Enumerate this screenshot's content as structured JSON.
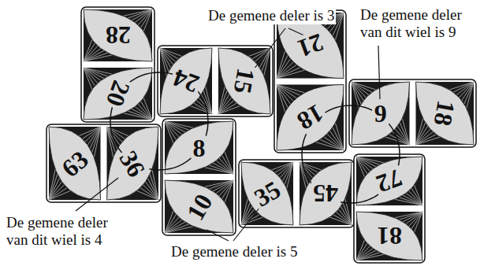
{
  "diagram": {
    "nodes": [
      {
        "text": [
          "28",
          "20"
        ]
      },
      {
        "text": [
          "24",
          "15"
        ]
      },
      {
        "text": [
          "21",
          "18"
        ]
      },
      {
        "text": [
          "9",
          "18"
        ]
      },
      {
        "text": [
          "63",
          "36"
        ]
      },
      {
        "text": [
          "8",
          "10"
        ]
      },
      {
        "text": [
          "35",
          "45"
        ]
      },
      {
        "text": [
          "72",
          "81"
        ]
      }
    ],
    "labels": [
      "De gemene deler is 3",
      "De gemene deler van dit wiel is 9",
      "De gemene deler van dit wiel is 4",
      "De gemene deler is 5"
    ]
  }
}
